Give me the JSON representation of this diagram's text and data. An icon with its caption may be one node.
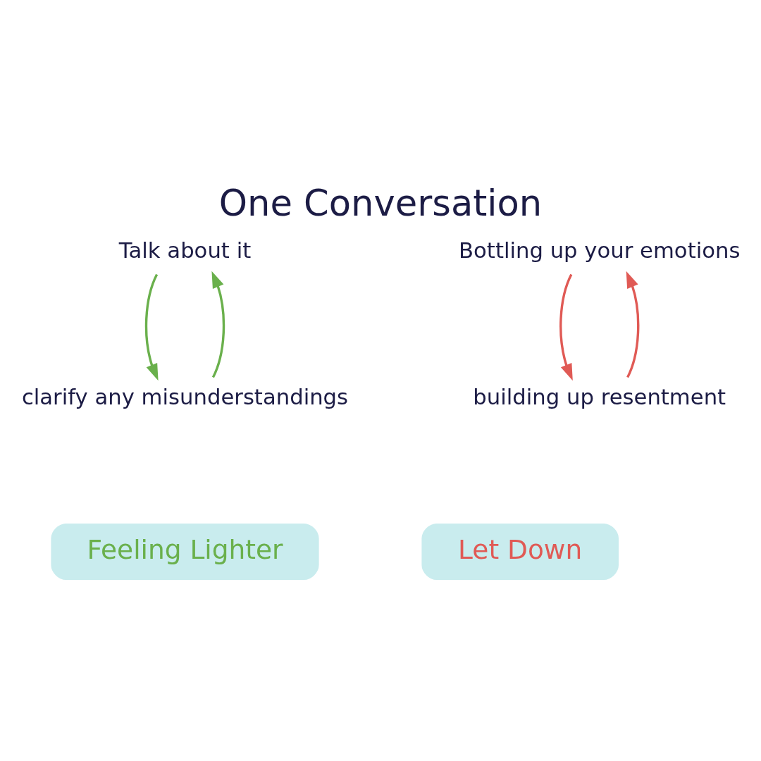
{
  "diagram": {
    "title": "One Conversation",
    "nodes": [
      {
        "text": [
          "Talk about it"
        ]
      },
      {
        "text": [
          "clarify any misunderstandings"
        ]
      },
      {
        "text": [
          "Bottling up your emotions"
        ]
      },
      {
        "text": [
          "building up resentment"
        ]
      },
      {
        "text": [
          "Feeling Lighter"
        ]
      },
      {
        "text": [
          "Let Down"
        ]
      }
    ],
    "edges": [
      {
        "from": 0,
        "to": 1,
        "arrow": "to",
        "color": "#6ab04c"
      },
      {
        "from": 1,
        "to": 0,
        "arrow": "to",
        "color": "#6ab04c"
      },
      {
        "from": 2,
        "to": 3,
        "arrow": "to",
        "color": "#e05a55"
      },
      {
        "from": 3,
        "to": 2,
        "arrow": "to",
        "color": "#e05a55"
      }
    ]
  }
}
